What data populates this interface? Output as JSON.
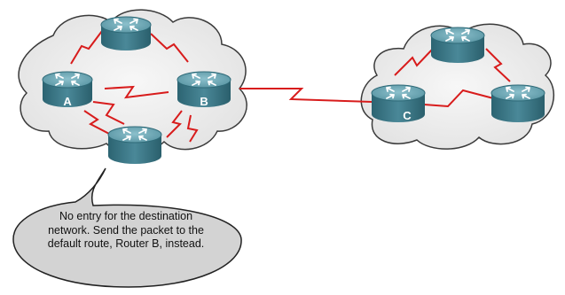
{
  "routers": {
    "a": {
      "label": "A"
    },
    "b": {
      "label": "B"
    },
    "c": {
      "label": "C"
    }
  },
  "callout": {
    "lines": [
      "No entry for the destination",
      "network. Send the packet to the",
      "default route, Router B, instead."
    ]
  },
  "colors": {
    "link": "#d81c1c",
    "router_top": "#6aa3b0",
    "router_side": "#2f6a78",
    "cloud": "#eeeeee",
    "cloud_outline": "#444444",
    "callout_fill": "#d3d3d3"
  }
}
